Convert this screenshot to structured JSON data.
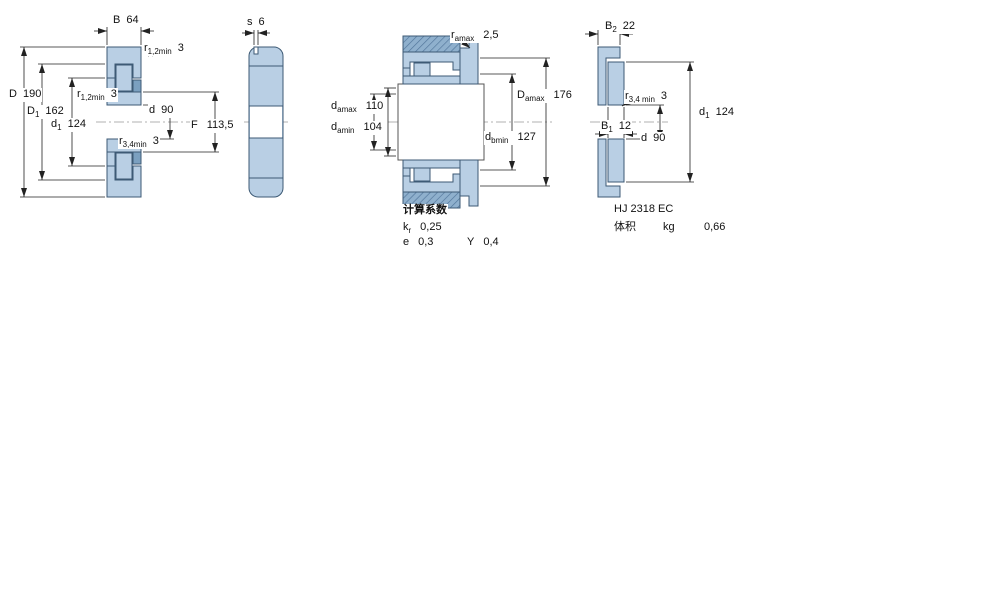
{
  "page": {
    "background": "#ffffff",
    "part_fill": "#b9cfe4",
    "part_fill_dark": "#7ba0c0",
    "outline": "#3d5a75",
    "dimension_line": "#222222"
  },
  "view1": {
    "name": "bearing cross-section with side view",
    "B": {
      "main": "B",
      "sub": "",
      "value": "64"
    },
    "s": {
      "main": "s",
      "sub": "",
      "value": "6"
    },
    "r12_top": {
      "main": "r",
      "sub": "1,2min",
      "value": "3"
    },
    "D": {
      "main": "D",
      "sub": "",
      "value": "190"
    },
    "D1": {
      "main": "D",
      "sub": "1",
      "value": "162"
    },
    "r12_bore": {
      "main": "r",
      "sub": "1,2min",
      "value": "3"
    },
    "d1": {
      "main": "d",
      "sub": "1",
      "value": "124"
    },
    "d": {
      "main": "d",
      "sub": "",
      "value": "90"
    },
    "r34": {
      "main": "r",
      "sub": "3,4min",
      "value": "3"
    },
    "F": {
      "main": "F",
      "sub": "",
      "value": "113,5"
    }
  },
  "view2": {
    "name": "abutment and fillet dimensions",
    "ra": {
      "main": "r",
      "sub": "amax",
      "value": "2,5"
    },
    "da_max": {
      "main": "d",
      "sub": "amax",
      "value": "110"
    },
    "da_min": {
      "main": "d",
      "sub": "amin",
      "value": "104"
    },
    "Da_max": {
      "main": "D",
      "sub": "amax",
      "value": "176"
    },
    "db_min": {
      "main": "d",
      "sub": "bmin",
      "value": "127"
    },
    "factors_title": "计算系数",
    "kr": {
      "main": "k",
      "sub": "r",
      "value": "0,25"
    },
    "e": {
      "main": "e",
      "sub": "",
      "value": "0,3"
    },
    "Y": {
      "main": "Y",
      "sub": "",
      "value": "0,4"
    }
  },
  "view3": {
    "name": "angle ring dimensions",
    "B2": {
      "main": "B",
      "sub": "2",
      "value": "22"
    },
    "r34": {
      "main": "r",
      "sub": "3,4 min",
      "value": "3"
    },
    "d1": {
      "main": "d",
      "sub": "1",
      "value": "124"
    },
    "B1": {
      "main": "B",
      "sub": "1",
      "value": "12"
    },
    "d": {
      "main": "d",
      "sub": "",
      "value": "90"
    },
    "designation": "HJ 2318 EC",
    "mass_label": "体积",
    "mass_unit": "kg",
    "mass_value": "0,66"
  }
}
